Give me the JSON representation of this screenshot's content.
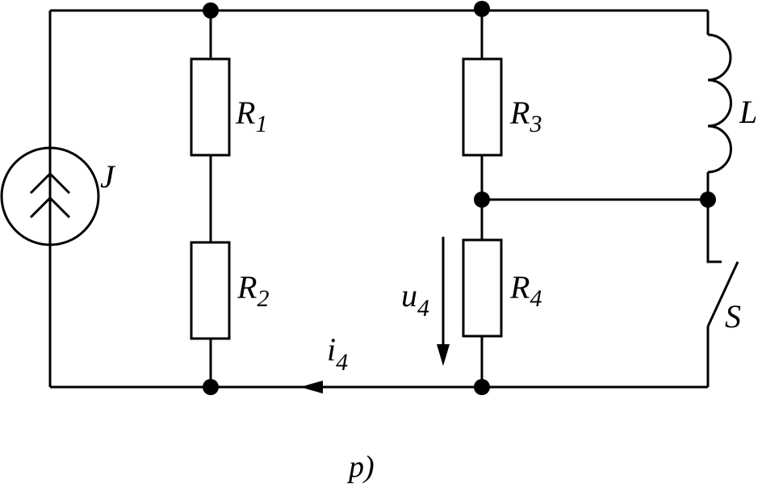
{
  "components": {
    "current_source": {
      "symbol": "J"
    },
    "r1": {
      "symbol": "R",
      "index": "1"
    },
    "r2": {
      "symbol": "R",
      "index": "2"
    },
    "r3": {
      "symbol": "R",
      "index": "3"
    },
    "r4": {
      "symbol": "R",
      "index": "4"
    },
    "inductor": {
      "symbol": "L"
    },
    "switch": {
      "symbol": "S"
    }
  },
  "quantities": {
    "voltage": {
      "symbol": "u",
      "index": "4"
    },
    "current": {
      "symbol": "i",
      "index": "4"
    }
  },
  "caption": "p)"
}
